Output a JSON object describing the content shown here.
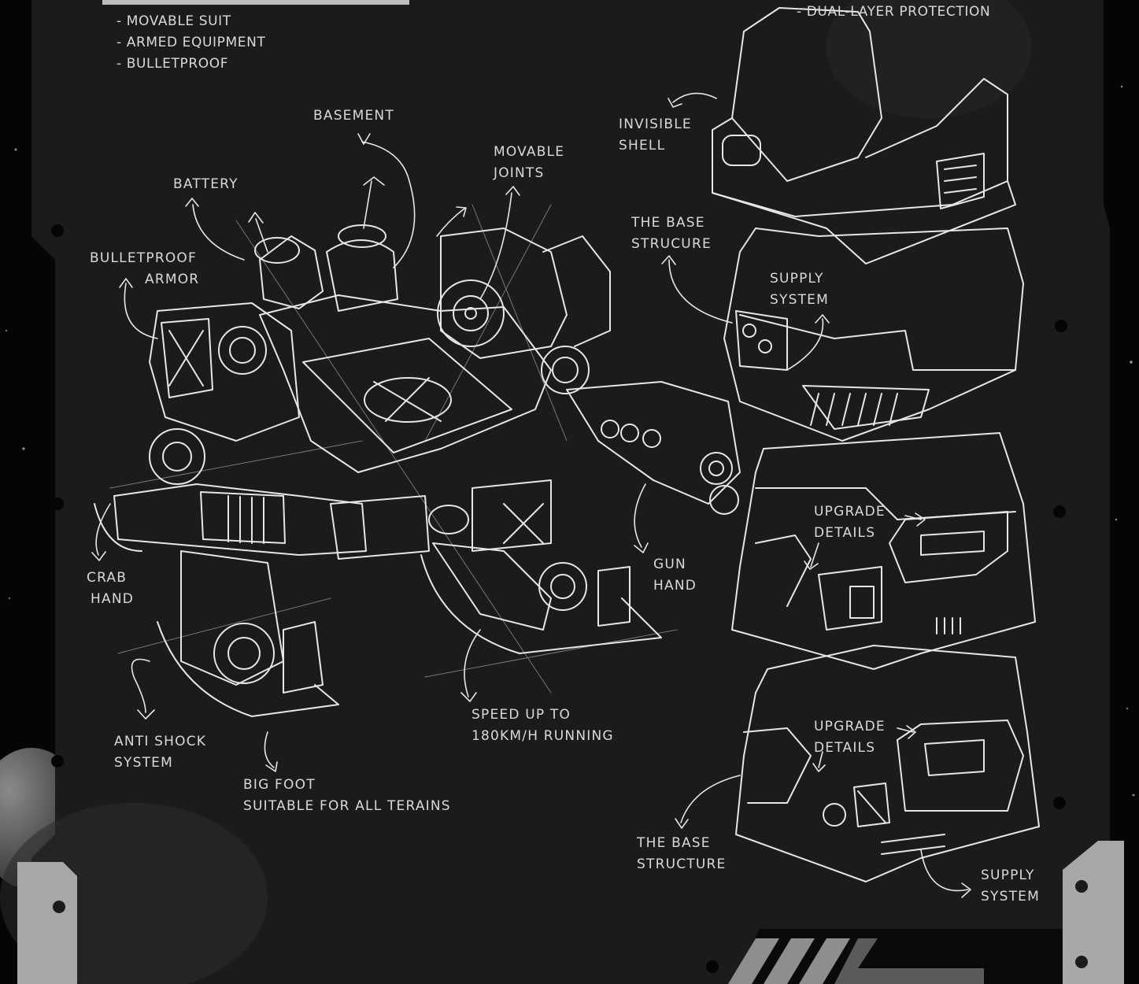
{
  "specs_left": [
    "- MOVABLE SUIT",
    "- ARMED EQUIPMENT",
    "- BULLETPROOF"
  ],
  "specs_right": [
    "- DUAL-LAYER PROTECTION"
  ],
  "mech_labels": {
    "basement": "BASEMENT",
    "battery": "BATTERY",
    "movable_joints": [
      "MOVABLE",
      "JOINTS"
    ],
    "bulletproof_armor": [
      "BULLETPROOF",
      "ARMOR"
    ],
    "crab_hand": [
      "CRAB",
      "HAND"
    ],
    "gun_hand": [
      "GUN",
      "HAND"
    ],
    "speed": [
      "SPEED UP TO",
      "180KM/H RUNNING"
    ],
    "anti_shock": [
      "ANTI SHOCK",
      "SYSTEM"
    ],
    "big_foot": [
      "BIG FOOT",
      "SUITABLE FOR ALL TERAINS"
    ]
  },
  "module_labels": {
    "invisible_shell": [
      "INVISIBLE",
      "SHELL"
    ],
    "base_strucure": [
      "THE BASE",
      "STRUCURE"
    ],
    "supply_system_top": [
      "SUPPLY",
      "SYSTEM"
    ],
    "upgrade_details_1": [
      "UPGRADE",
      "DETAILS"
    ],
    "upgrade_details_2": [
      "UPGRADE",
      "DETAILS"
    ],
    "base_structure": [
      "THE BASE",
      "STRUCTURE"
    ],
    "supply_system_bottom": [
      "SUPPLY",
      "SYSTEM"
    ]
  },
  "colors": {
    "panel": "#1b1b1b",
    "chalk": "#d9d9d9",
    "frame_metal": "#a7a7a7",
    "outer_space": "#050505"
  }
}
